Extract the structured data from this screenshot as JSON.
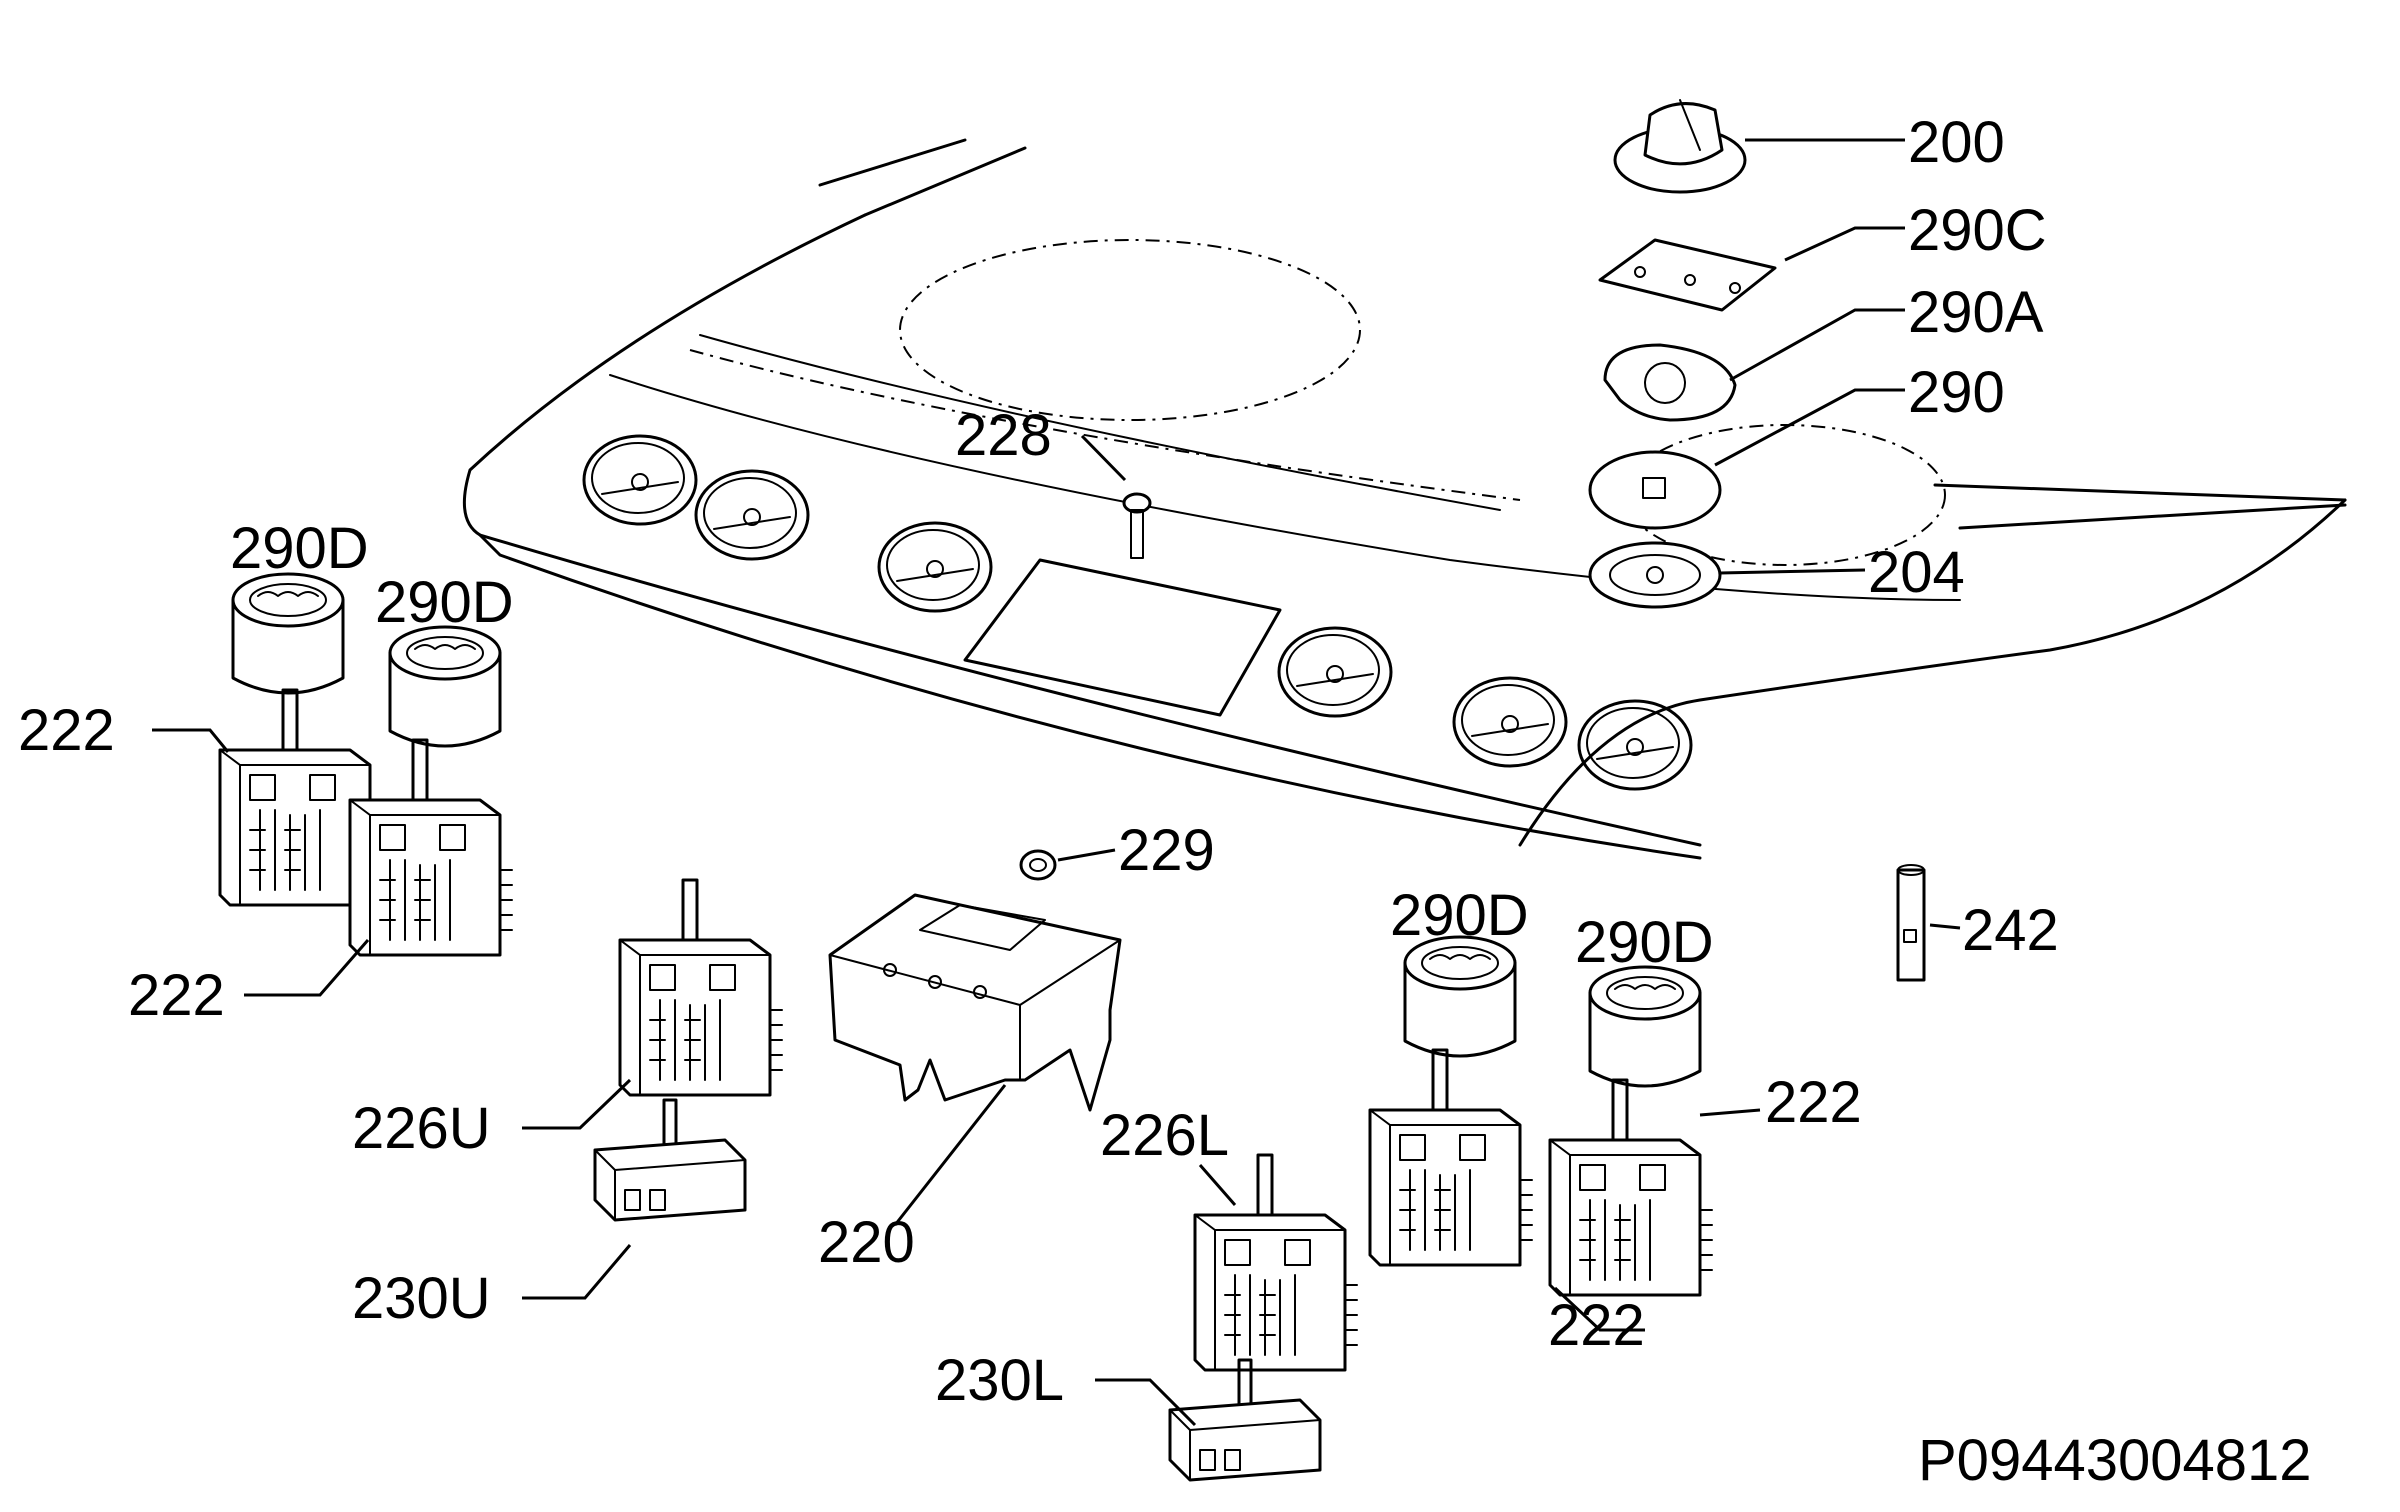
{
  "drawing_number": "P09443004812",
  "callouts": {
    "c200": "200",
    "c290C": "290C",
    "c290A": "290A",
    "c290": "290",
    "c204": "204",
    "c228": "228",
    "c229": "229",
    "c242": "242",
    "c220": "220",
    "c226U": "226U",
    "c230U": "230U",
    "c226L": "226L",
    "c230L": "230L",
    "c290D_a": "290D",
    "c290D_b": "290D",
    "c290D_c": "290D",
    "c290D_d": "290D",
    "c222_a": "222",
    "c222_b": "222",
    "c222_c": "222",
    "c222_d": "222"
  }
}
